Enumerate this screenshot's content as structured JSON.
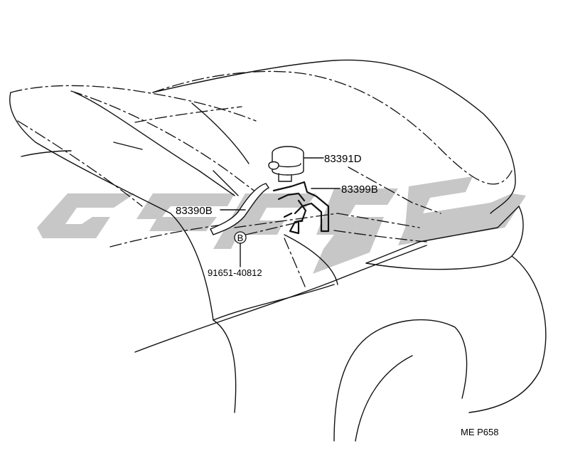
{
  "parts": [
    {
      "id": "reservoir",
      "number": "83391D"
    },
    {
      "id": "bracket",
      "number": "83399B"
    },
    {
      "id": "hose",
      "number": "83390B"
    },
    {
      "id": "bolt",
      "number": "91651-40812",
      "marker": "B"
    }
  ],
  "footer": {
    "code": "ME  P658"
  },
  "watermark": {
    "color": "#bdbdbd"
  }
}
